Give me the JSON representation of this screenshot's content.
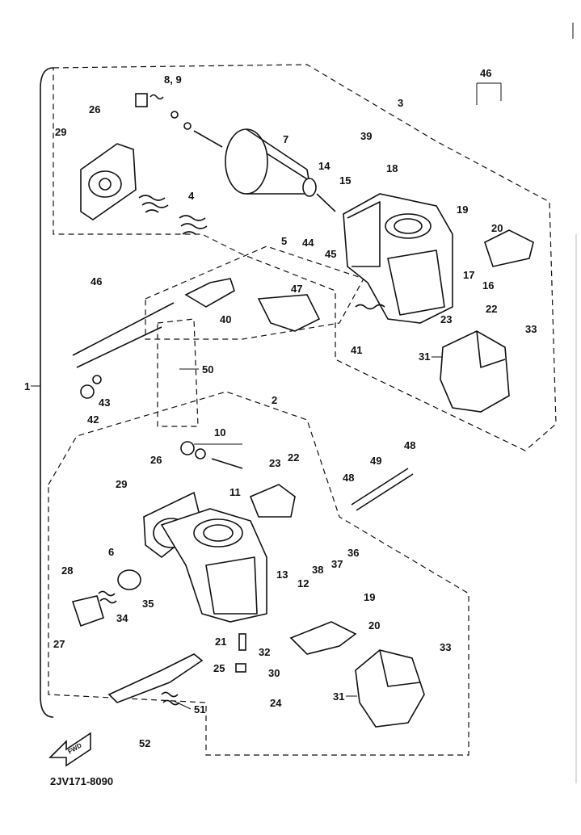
{
  "diagram": {
    "group_label": "1",
    "upper_assembly_label": "3",
    "lower_assembly_label": "2",
    "fwd_label": "FWD",
    "drawing_code": "2JV171-8090",
    "callouts": {
      "c89": "8, 9",
      "c46a": "46",
      "c3": "3",
      "c26a": "26",
      "c29a": "29",
      "c7": "7",
      "c39": "39",
      "c14": "14",
      "c15": "15",
      "c18": "18",
      "c4": "4",
      "c19a": "19",
      "c20a": "20",
      "c5": "5",
      "c44": "44",
      "c45": "45",
      "c17": "17",
      "c16": "16",
      "c22a": "22",
      "c46b": "46",
      "c47": "47",
      "c40": "40",
      "c23a": "23",
      "c33a": "33",
      "c41": "41",
      "c31a": "31",
      "c50": "50",
      "c43": "43",
      "c42": "42",
      "c2": "2",
      "c10": "10",
      "c48a": "48",
      "c49": "49",
      "c26b": "26",
      "c23b": "23",
      "c22b": "22",
      "c29b": "29",
      "c11": "11",
      "c48b": "48",
      "c6": "6",
      "c28": "28",
      "c36": "36",
      "c37": "37",
      "c38": "38",
      "c13": "13",
      "c12": "12",
      "c35": "35",
      "c19b": "19",
      "c34": "34",
      "c27": "27",
      "c20b": "20",
      "c21": "21",
      "c32": "32",
      "c33b": "33",
      "c25": "25",
      "c30": "30",
      "c31b": "31",
      "c24": "24",
      "c51": "51",
      "c52": "52"
    }
  }
}
